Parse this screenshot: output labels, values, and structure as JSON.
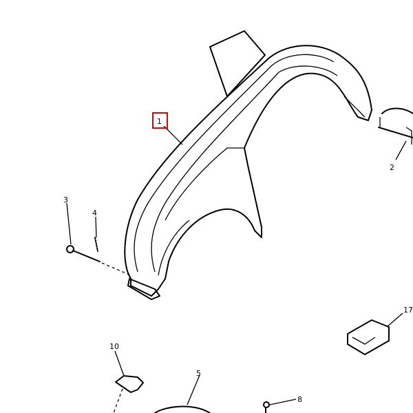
{
  "diagram": {
    "highlight_color": "#e00000",
    "callouts": [
      {
        "id": "1",
        "label": "1",
        "highlighted": true
      },
      {
        "id": "2",
        "label": "2"
      },
      {
        "id": "3",
        "label": "3"
      },
      {
        "id": "4",
        "label": "4"
      },
      {
        "id": "5",
        "label": "5"
      },
      {
        "id": "8",
        "label": "8"
      },
      {
        "id": "10",
        "label": "10"
      },
      {
        "id": "17",
        "label": "17"
      }
    ]
  }
}
